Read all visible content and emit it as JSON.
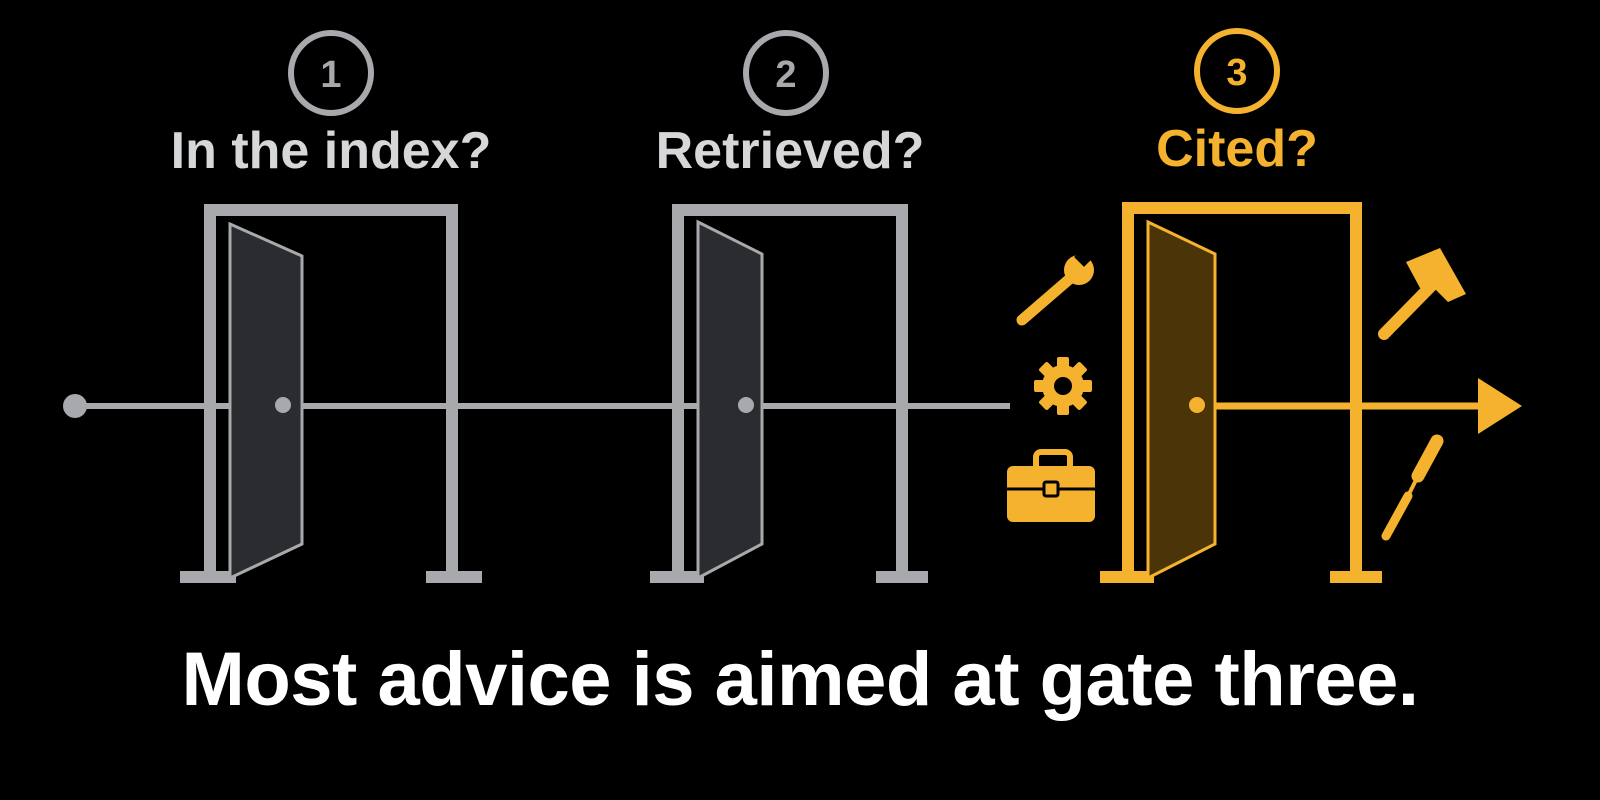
{
  "gates": [
    {
      "number": "1",
      "label": "In the index?"
    },
    {
      "number": "2",
      "label": "Retrieved?"
    },
    {
      "number": "3",
      "label": "Cited?"
    }
  ],
  "caption": "Most advice is aimed at gate three.",
  "colors": {
    "background": "#000000",
    "gray": "#a7a9ac",
    "door_gray": "#2b2c2f",
    "accent": "#f5b22e",
    "door_accent": "#4a3408",
    "caption": "#ffffff"
  },
  "icons": [
    "wrench-icon",
    "gear-icon",
    "toolbox-icon",
    "hammer-icon",
    "screwdriver-icon",
    "arrow-head-icon"
  ]
}
